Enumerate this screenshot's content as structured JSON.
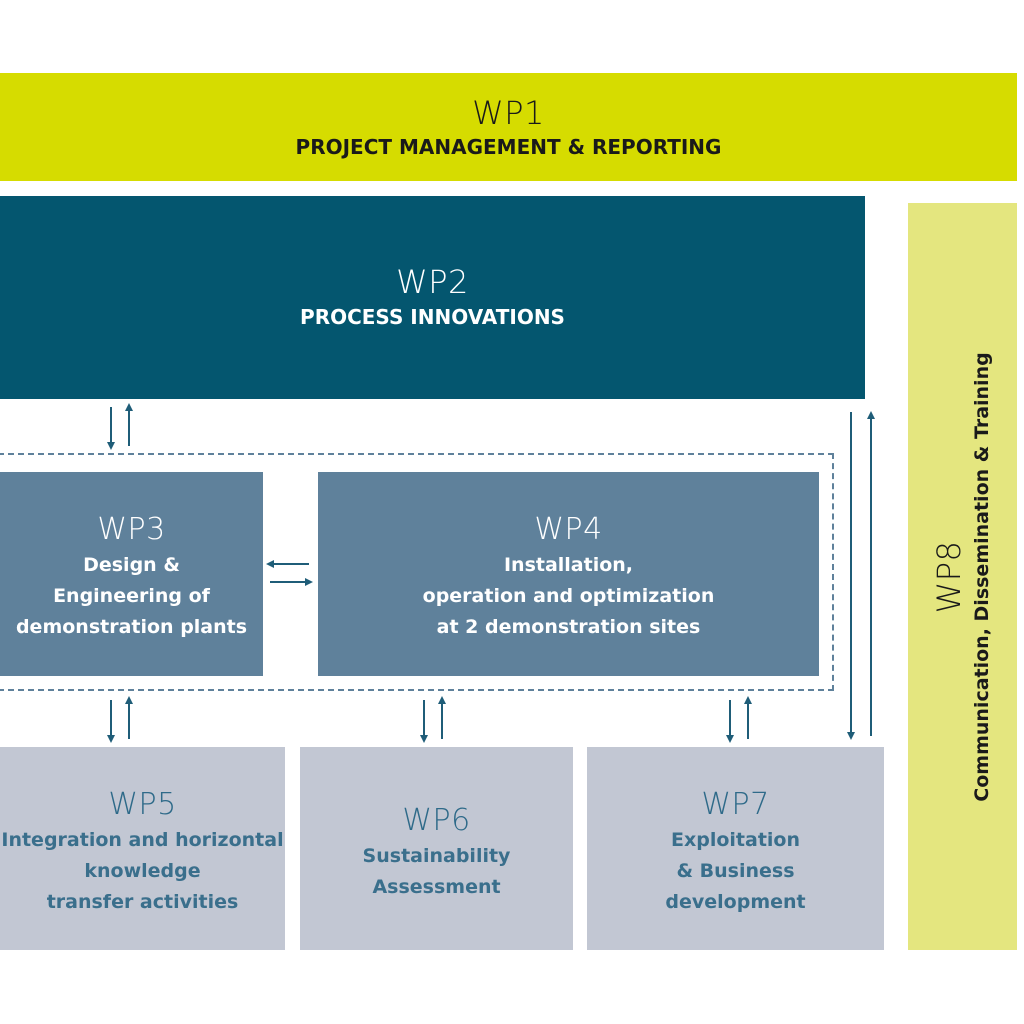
{
  "colors": {
    "wp1": "#d6dc00",
    "wp2": "#04566f",
    "wp3_wp4": "#5f819b",
    "wp5_wp7": "#c2c7d3",
    "wp8": "#e4e67f",
    "arrow": "#1f5d78"
  },
  "wp1": {
    "code": "WP1",
    "title": "PROJECT MANAGEMENT & REPORTING"
  },
  "wp2": {
    "code": "WP2",
    "title": "PROCESS INNOVATIONS"
  },
  "wp3": {
    "code": "WP3",
    "lines": [
      "Design &",
      "Engineering of",
      "demonstration plants"
    ]
  },
  "wp4": {
    "code": "WP4",
    "lines": [
      "Installation,",
      "operation and optimization",
      "at 2 demonstration sites"
    ]
  },
  "wp5": {
    "code": "WP5",
    "lines": [
      "Integration and horizontal",
      "knowledge",
      "transfer activities"
    ]
  },
  "wp6": {
    "code": "WP6",
    "lines": [
      "Sustainability",
      "Assessment"
    ]
  },
  "wp7": {
    "code": "WP7",
    "lines": [
      "Exploitation",
      "& Business",
      "development"
    ]
  },
  "wp8": {
    "code": "WP8",
    "title": "Communication, Dissemination & Training"
  }
}
